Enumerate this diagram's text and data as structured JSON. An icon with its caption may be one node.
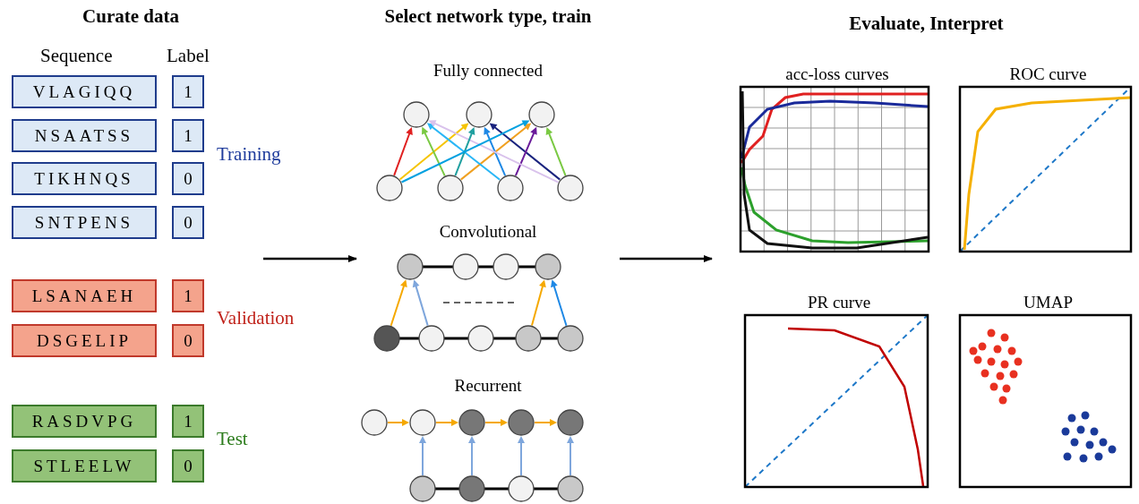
{
  "diagram": {
    "nodes": [
      {
        "text": [
          "Curate data"
        ]
      },
      {
        "text": [
          "VLAGIQQ"
        ],
        "in": 0
      },
      {
        "text": [
          "1"
        ],
        "in": 0
      },
      {
        "text": [
          "NSAATSS"
        ],
        "in": 0
      },
      {
        "text": [
          "1"
        ],
        "in": 0
      },
      {
        "text": [
          "TIKHNQS"
        ],
        "in": 0
      },
      {
        "text": [
          "0"
        ],
        "in": 0
      },
      {
        "text": [
          "SNTPENS"
        ],
        "in": 0
      },
      {
        "text": [
          "0"
        ],
        "in": 0
      },
      {
        "text": [
          "LSANAEH"
        ],
        "in": 0
      },
      {
        "text": [
          "1"
        ],
        "in": 0
      },
      {
        "text": [
          "DSGELIP"
        ],
        "in": 0
      },
      {
        "text": [
          "0"
        ],
        "in": 0
      },
      {
        "text": [
          "RASDVPG"
        ],
        "in": 0
      },
      {
        "text": [
          "1"
        ],
        "in": 0
      },
      {
        "text": [
          "STLEELW"
        ],
        "in": 0
      },
      {
        "text": [
          "0"
        ],
        "in": 0
      },
      {
        "text": [
          "Select network type, train"
        ]
      },
      {
        "text": [
          "Fully connected"
        ],
        "in": 17
      },
      {
        "text": [
          "Convolutional"
        ],
        "in": 17
      },
      {
        "text": [
          "Recurrent"
        ],
        "in": 17
      },
      {
        "text": [
          "Evaluate, Interpret"
        ]
      },
      {
        "text": [
          "acc-loss curves"
        ],
        "in": 21
      },
      {
        "text": [
          "ROC curve"
        ],
        "in": 21
      },
      {
        "text": [
          "PR curve"
        ],
        "in": 21
      },
      {
        "text": [
          "UMAP"
        ],
        "in": 21
      }
    ],
    "edges": [
      {
        "from": 0,
        "to": 17,
        "arrow": "to"
      },
      {
        "from": 17,
        "to": 21,
        "arrow": "to"
      }
    ],
    "labels": [
      "Sequence",
      "Label",
      "Training",
      "Validation",
      "Test"
    ]
  }
}
